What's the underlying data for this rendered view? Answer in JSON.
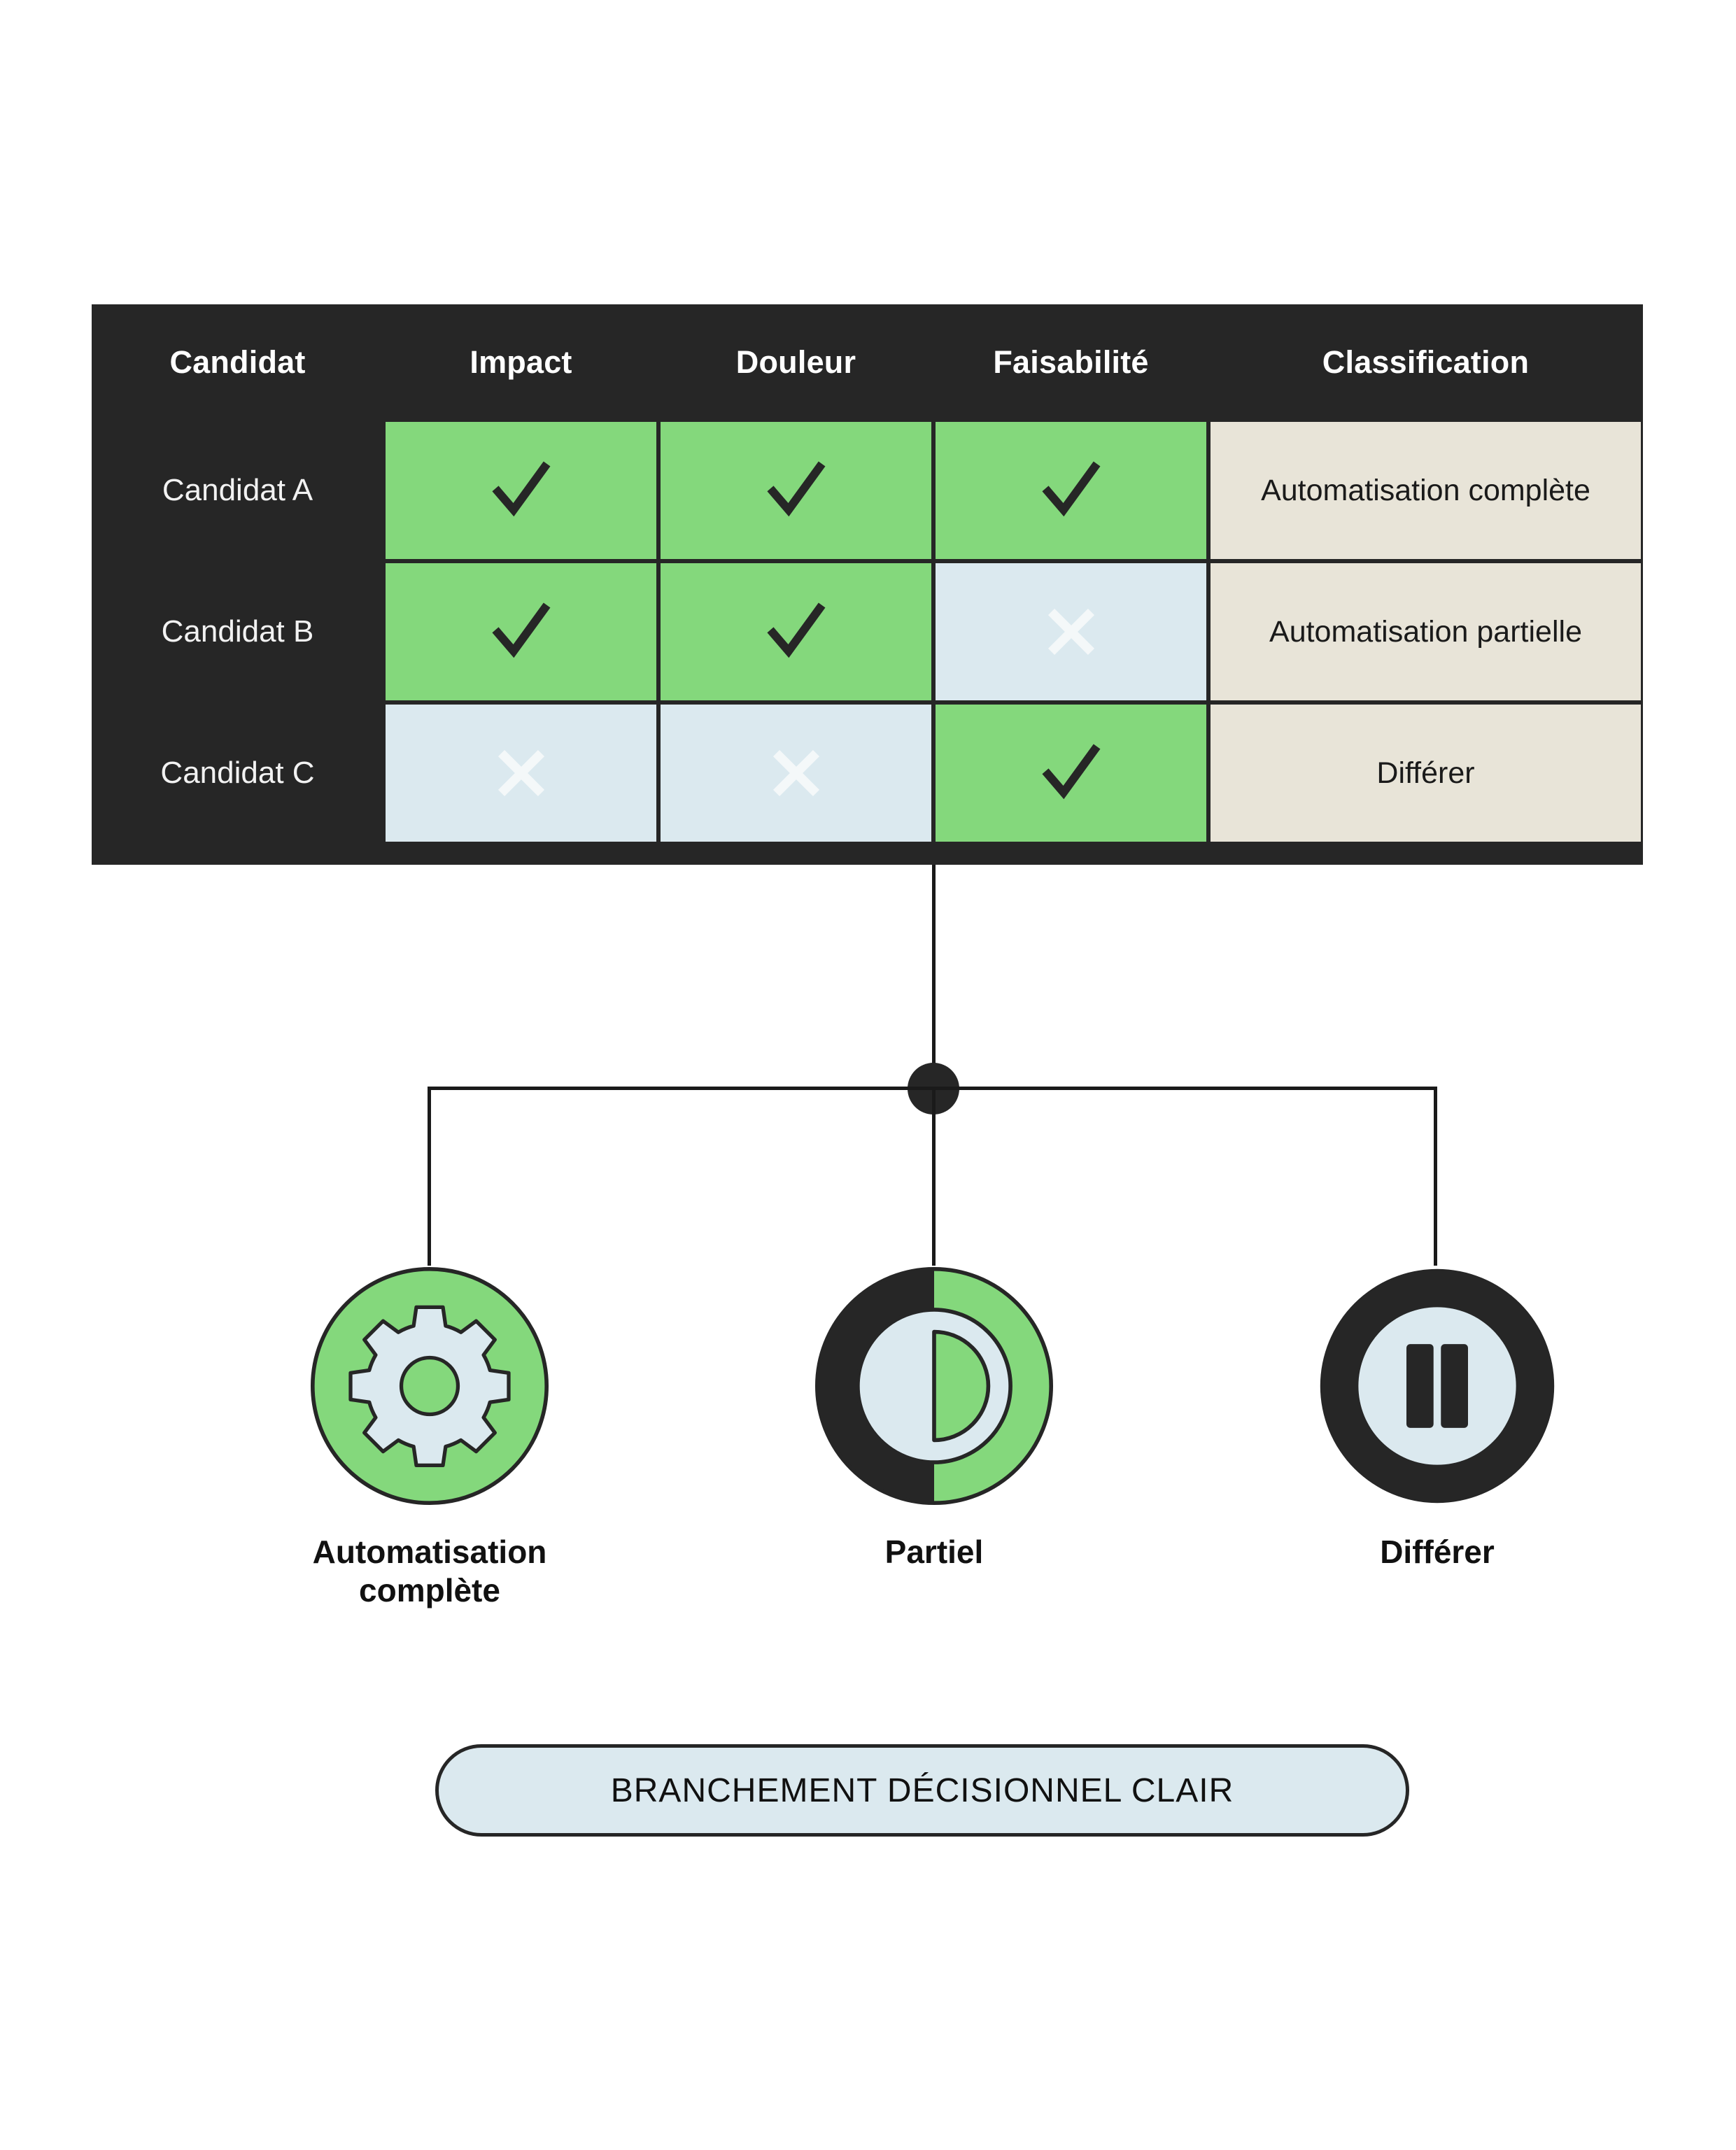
{
  "table": {
    "columns": [
      "Candidat",
      "Impact",
      "Douleur",
      "Faisabilité",
      "Classification"
    ],
    "rows": [
      {
        "candidate": "Candidat A",
        "impact": "check",
        "douleur": "check",
        "faisabilite": "check",
        "classification": "Automatisation complète"
      },
      {
        "candidate": "Candidat B",
        "impact": "check",
        "douleur": "check",
        "faisabilite": "cross",
        "classification": "Automatisation partielle"
      },
      {
        "candidate": "Candidat C",
        "impact": "cross",
        "douleur": "cross",
        "faisabilite": "check",
        "classification": "Différer"
      }
    ]
  },
  "outcomes": [
    {
      "icon": "gear-icon",
      "label": "Automatisation complète"
    },
    {
      "icon": "half-circle-icon",
      "label": "Partiel"
    },
    {
      "icon": "pause-icon",
      "label": "Différer"
    }
  ],
  "footer": {
    "pill_label": "BRANCHEMENT DÉCISIONNEL CLAIR"
  },
  "colors": {
    "dark": "#262626",
    "green": "#84D87C",
    "light_blue": "#DBE9EF",
    "beige": "#E8E4D8",
    "white": "#FFFFFF"
  }
}
